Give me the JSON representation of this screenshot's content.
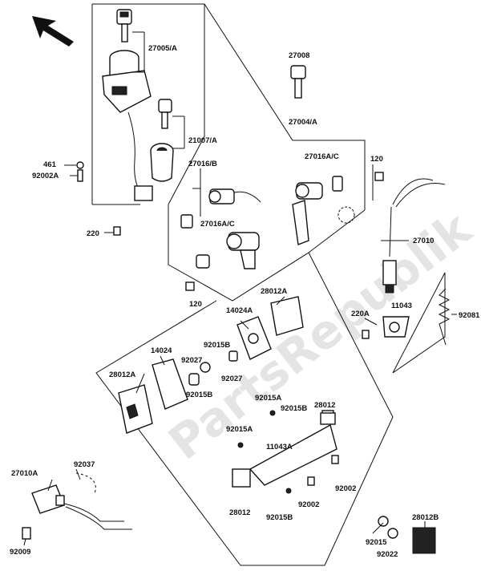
{
  "watermark": "PartsRepublik",
  "labels": {
    "l27005A": "27005/A",
    "l27008": "27008",
    "l27004A": "27004/A",
    "l21007A": "21007/A",
    "l461": "461",
    "l92002A": "92002A",
    "l27016B": "27016/B",
    "l27016AC_r": "27016A/C",
    "l120_top": "120",
    "l27016AC_m": "27016A/C",
    "l220": "220",
    "l27010": "27010",
    "l120_mid": "120",
    "l28012A_top": "28012A",
    "l14024A": "14024A",
    "l220A": "220A",
    "l11043": "11043",
    "l92081": "92081",
    "l92015B_a": "92015B",
    "l14024": "14024",
    "l92027_a": "92027",
    "l28012A_left": "28012A",
    "l92027_b": "92027",
    "l92015B_b": "92015B",
    "l92015A_a": "92015A",
    "l92015B_c": "92015B",
    "l28012_a": "28012",
    "l92015A_b": "92015A",
    "l11043A": "11043A",
    "l27010A": "27010A",
    "l92037": "92037",
    "l92002_a": "92002",
    "l28012_b": "28012",
    "l92015B_d": "92015B",
    "l92002_b": "92002",
    "l28012B": "28012B",
    "l92009": "92009",
    "l92015": "92015",
    "l92022": "92022"
  }
}
